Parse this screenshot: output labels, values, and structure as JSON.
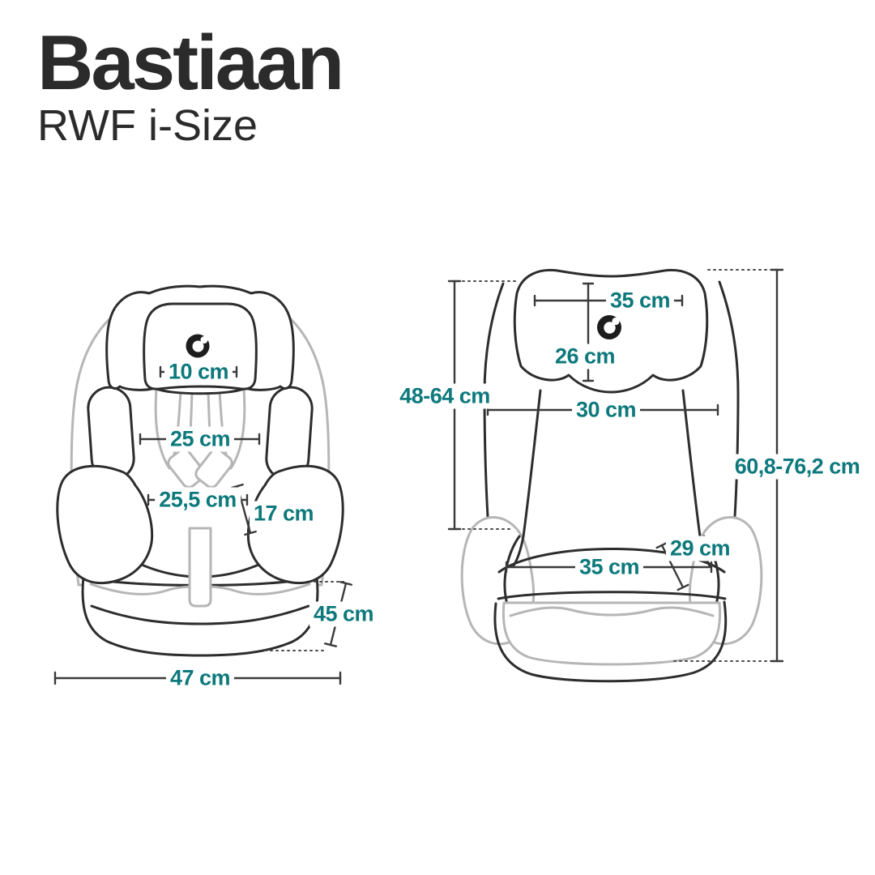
{
  "brand": {
    "title": "Bastiaan",
    "subtitle": "RWF i-Size"
  },
  "colors": {
    "accent": "#0e797c",
    "ink": "#2b2b2b",
    "seat-line": "#2d2d2d",
    "seat-line-light": "#b6b6b6",
    "dim": "#3a3a3a"
  },
  "left_view": {
    "headrest_width": "10 cm",
    "backrest_width": "25 cm",
    "seat_width": "25,5 cm",
    "seat_depth": "17 cm",
    "seat_height": "45 cm",
    "total_width": "47 cm"
  },
  "right_view": {
    "headrest_width": "35 cm",
    "headrest_height": "26 cm",
    "backrest_height": "48-64 cm",
    "backrest_width": "30 cm",
    "total_height": "60,8-76,2 cm",
    "seat_depth": "29 cm",
    "seat_width": "35 cm"
  }
}
